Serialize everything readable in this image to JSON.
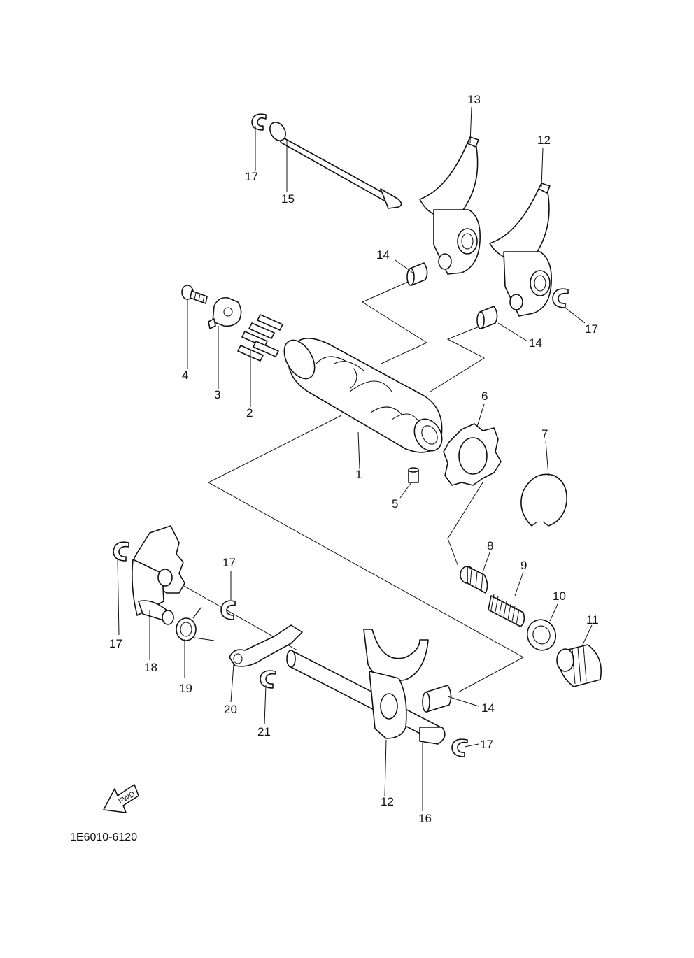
{
  "diagram": {
    "part_number": "1E6010-6120",
    "fwd_label": "FWD",
    "callouts": [
      "1",
      "2",
      "3",
      "4",
      "5",
      "6",
      "7",
      "8",
      "9",
      "10",
      "11",
      "12",
      "13",
      "14",
      "15",
      "16",
      "17",
      "18",
      "19",
      "20",
      "21"
    ],
    "repeat_labels": {
      "c12b": "12",
      "c14b": "14",
      "c14c": "14",
      "c17b": "17",
      "c17c": "17",
      "c17d": "17",
      "c17e": "17"
    }
  }
}
